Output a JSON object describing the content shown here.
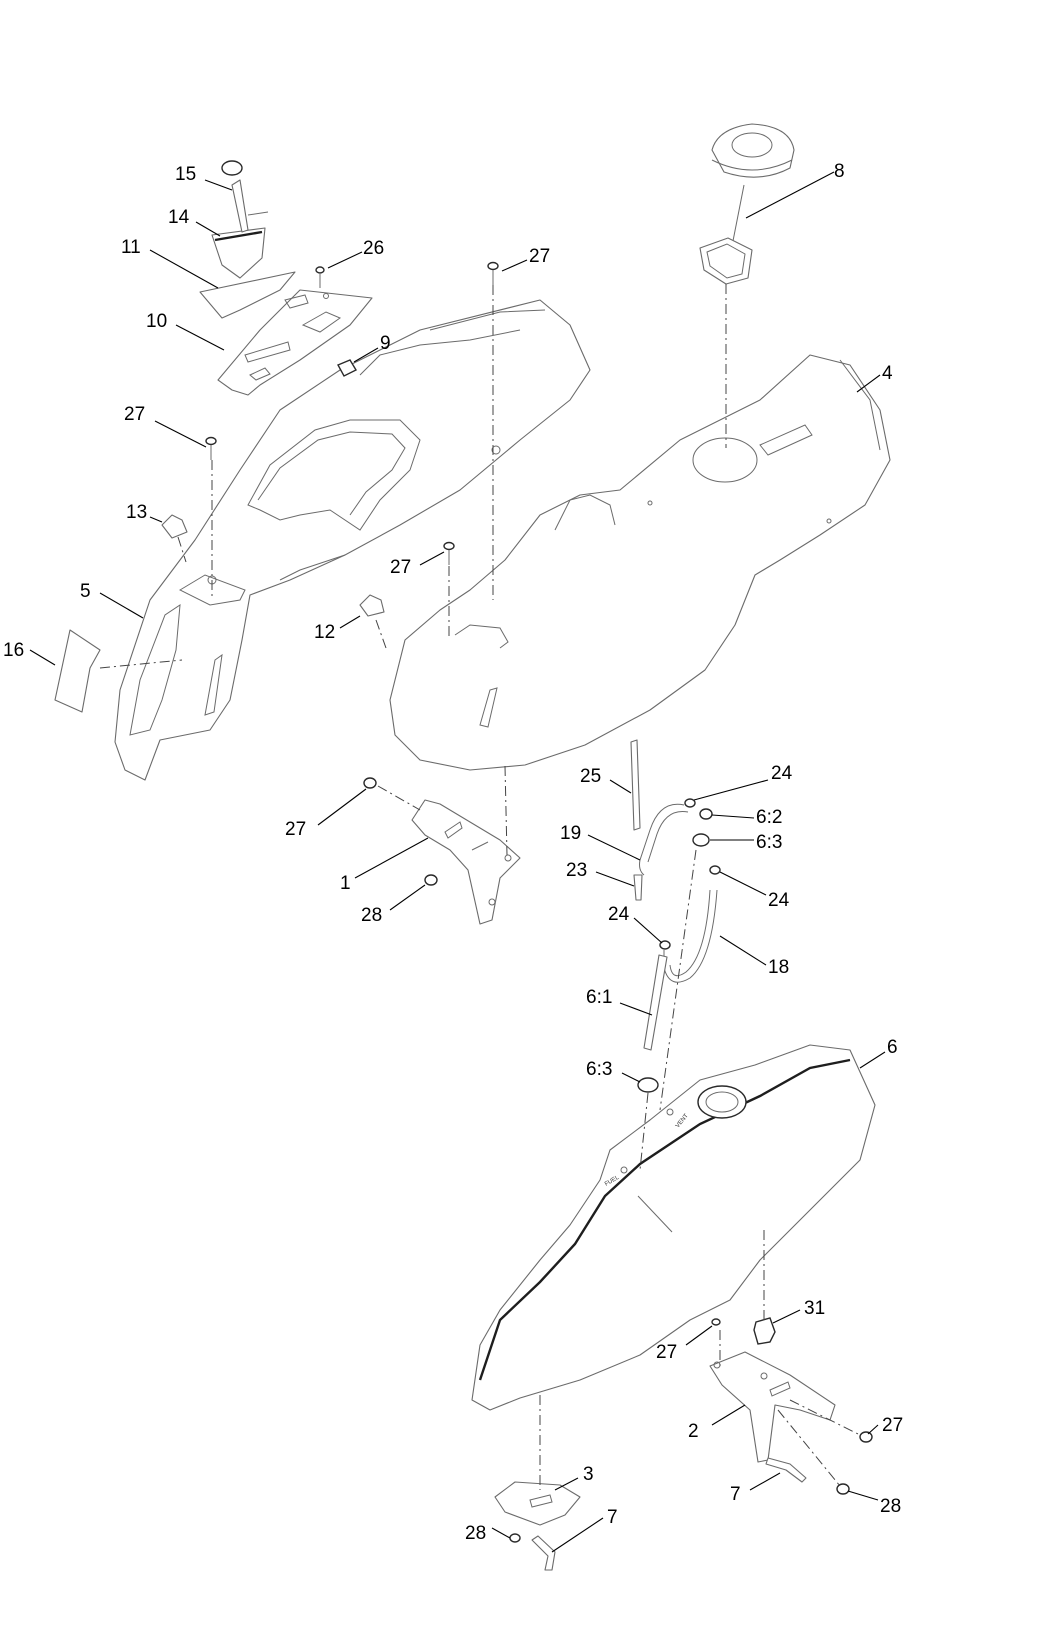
{
  "callouts": [
    {
      "id": "15",
      "label": "15"
    },
    {
      "id": "14",
      "label": "14"
    },
    {
      "id": "11",
      "label": "11"
    },
    {
      "id": "10",
      "label": "10"
    },
    {
      "id": "26",
      "label": "26"
    },
    {
      "id": "27a",
      "label": "27"
    },
    {
      "id": "9",
      "label": "9"
    },
    {
      "id": "8",
      "label": "8"
    },
    {
      "id": "4",
      "label": "4"
    },
    {
      "id": "27b",
      "label": "27"
    },
    {
      "id": "13",
      "label": "13"
    },
    {
      "id": "27c",
      "label": "27"
    },
    {
      "id": "5",
      "label": "5"
    },
    {
      "id": "16",
      "label": "16"
    },
    {
      "id": "12",
      "label": "12"
    },
    {
      "id": "25",
      "label": "25"
    },
    {
      "id": "24a",
      "label": "24"
    },
    {
      "id": "6:2",
      "label": "6:2"
    },
    {
      "id": "6:3a",
      "label": "6:3"
    },
    {
      "id": "19",
      "label": "19"
    },
    {
      "id": "27d",
      "label": "27"
    },
    {
      "id": "1",
      "label": "1"
    },
    {
      "id": "23",
      "label": "23"
    },
    {
      "id": "24b",
      "label": "24"
    },
    {
      "id": "28a",
      "label": "28"
    },
    {
      "id": "24c",
      "label": "24"
    },
    {
      "id": "18",
      "label": "18"
    },
    {
      "id": "6:1",
      "label": "6:1"
    },
    {
      "id": "6:3b",
      "label": "6:3"
    },
    {
      "id": "6",
      "label": "6"
    },
    {
      "id": "31",
      "label": "31"
    },
    {
      "id": "27e",
      "label": "27"
    },
    {
      "id": "2",
      "label": "2"
    },
    {
      "id": "27f",
      "label": "27"
    },
    {
      "id": "3",
      "label": "3"
    },
    {
      "id": "7a",
      "label": "7"
    },
    {
      "id": "28b",
      "label": "28"
    },
    {
      "id": "28c",
      "label": "28"
    },
    {
      "id": "7b",
      "label": "7"
    }
  ],
  "tank_labels": {
    "fuel": "FUEL",
    "vent": "VENT"
  }
}
